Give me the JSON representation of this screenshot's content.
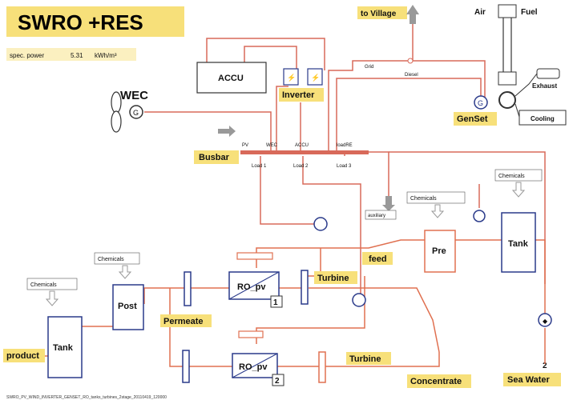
{
  "title": "SWRO +RES",
  "spec_power": {
    "label": "spec. power",
    "value": "5.31",
    "unit": "kWh/m³"
  },
  "labels": {
    "to_village": "to Village",
    "air": "Air",
    "fuel": "Fuel",
    "accu": "ACCU",
    "inverter": "Inverter",
    "wec": "WEC",
    "grid": "Grid",
    "diesel": "Diesel",
    "exhaust": "Exhaust",
    "cooling": "Cooling",
    "genset": "GenSet",
    "busbar": "Busbar",
    "pv": "PV",
    "wec_in": "WEC",
    "accu_in": "ACCU",
    "load_re": "loadRE",
    "load1": "Load 1",
    "load2": "Load 2",
    "load3": "Load 3",
    "auxiliary": "auxiliary",
    "chemicals_tank": "Chemicals",
    "chemicals_pre": "Chemicals",
    "chemicals_post": "Chemicals",
    "chemicals_product": "Chemicals",
    "pre": "Pre",
    "tank_right": "Tank",
    "feed": "feed",
    "turbine1": "Turbine",
    "turbine2": "Turbine",
    "ro_pv_1": "RO_pv",
    "ro_num_1": "1",
    "ro_pv_2": "RO_pv",
    "ro_num_2": "2",
    "post": "Post",
    "permeate": "Permeate",
    "tank_left": "Tank",
    "product": "product",
    "concentrate": "Concentrate",
    "sea_water": "Sea Water",
    "sea_num": "2",
    "footer": "SWRO_PV_WIND_INVERTER_GENSET_RO_tanks_turbines_2stage_20110419_120000"
  },
  "colors": {
    "title_bg": "#f7e07a",
    "electric": "#d86a5a",
    "water": "#e07050",
    "component": "#2a3a8a"
  }
}
